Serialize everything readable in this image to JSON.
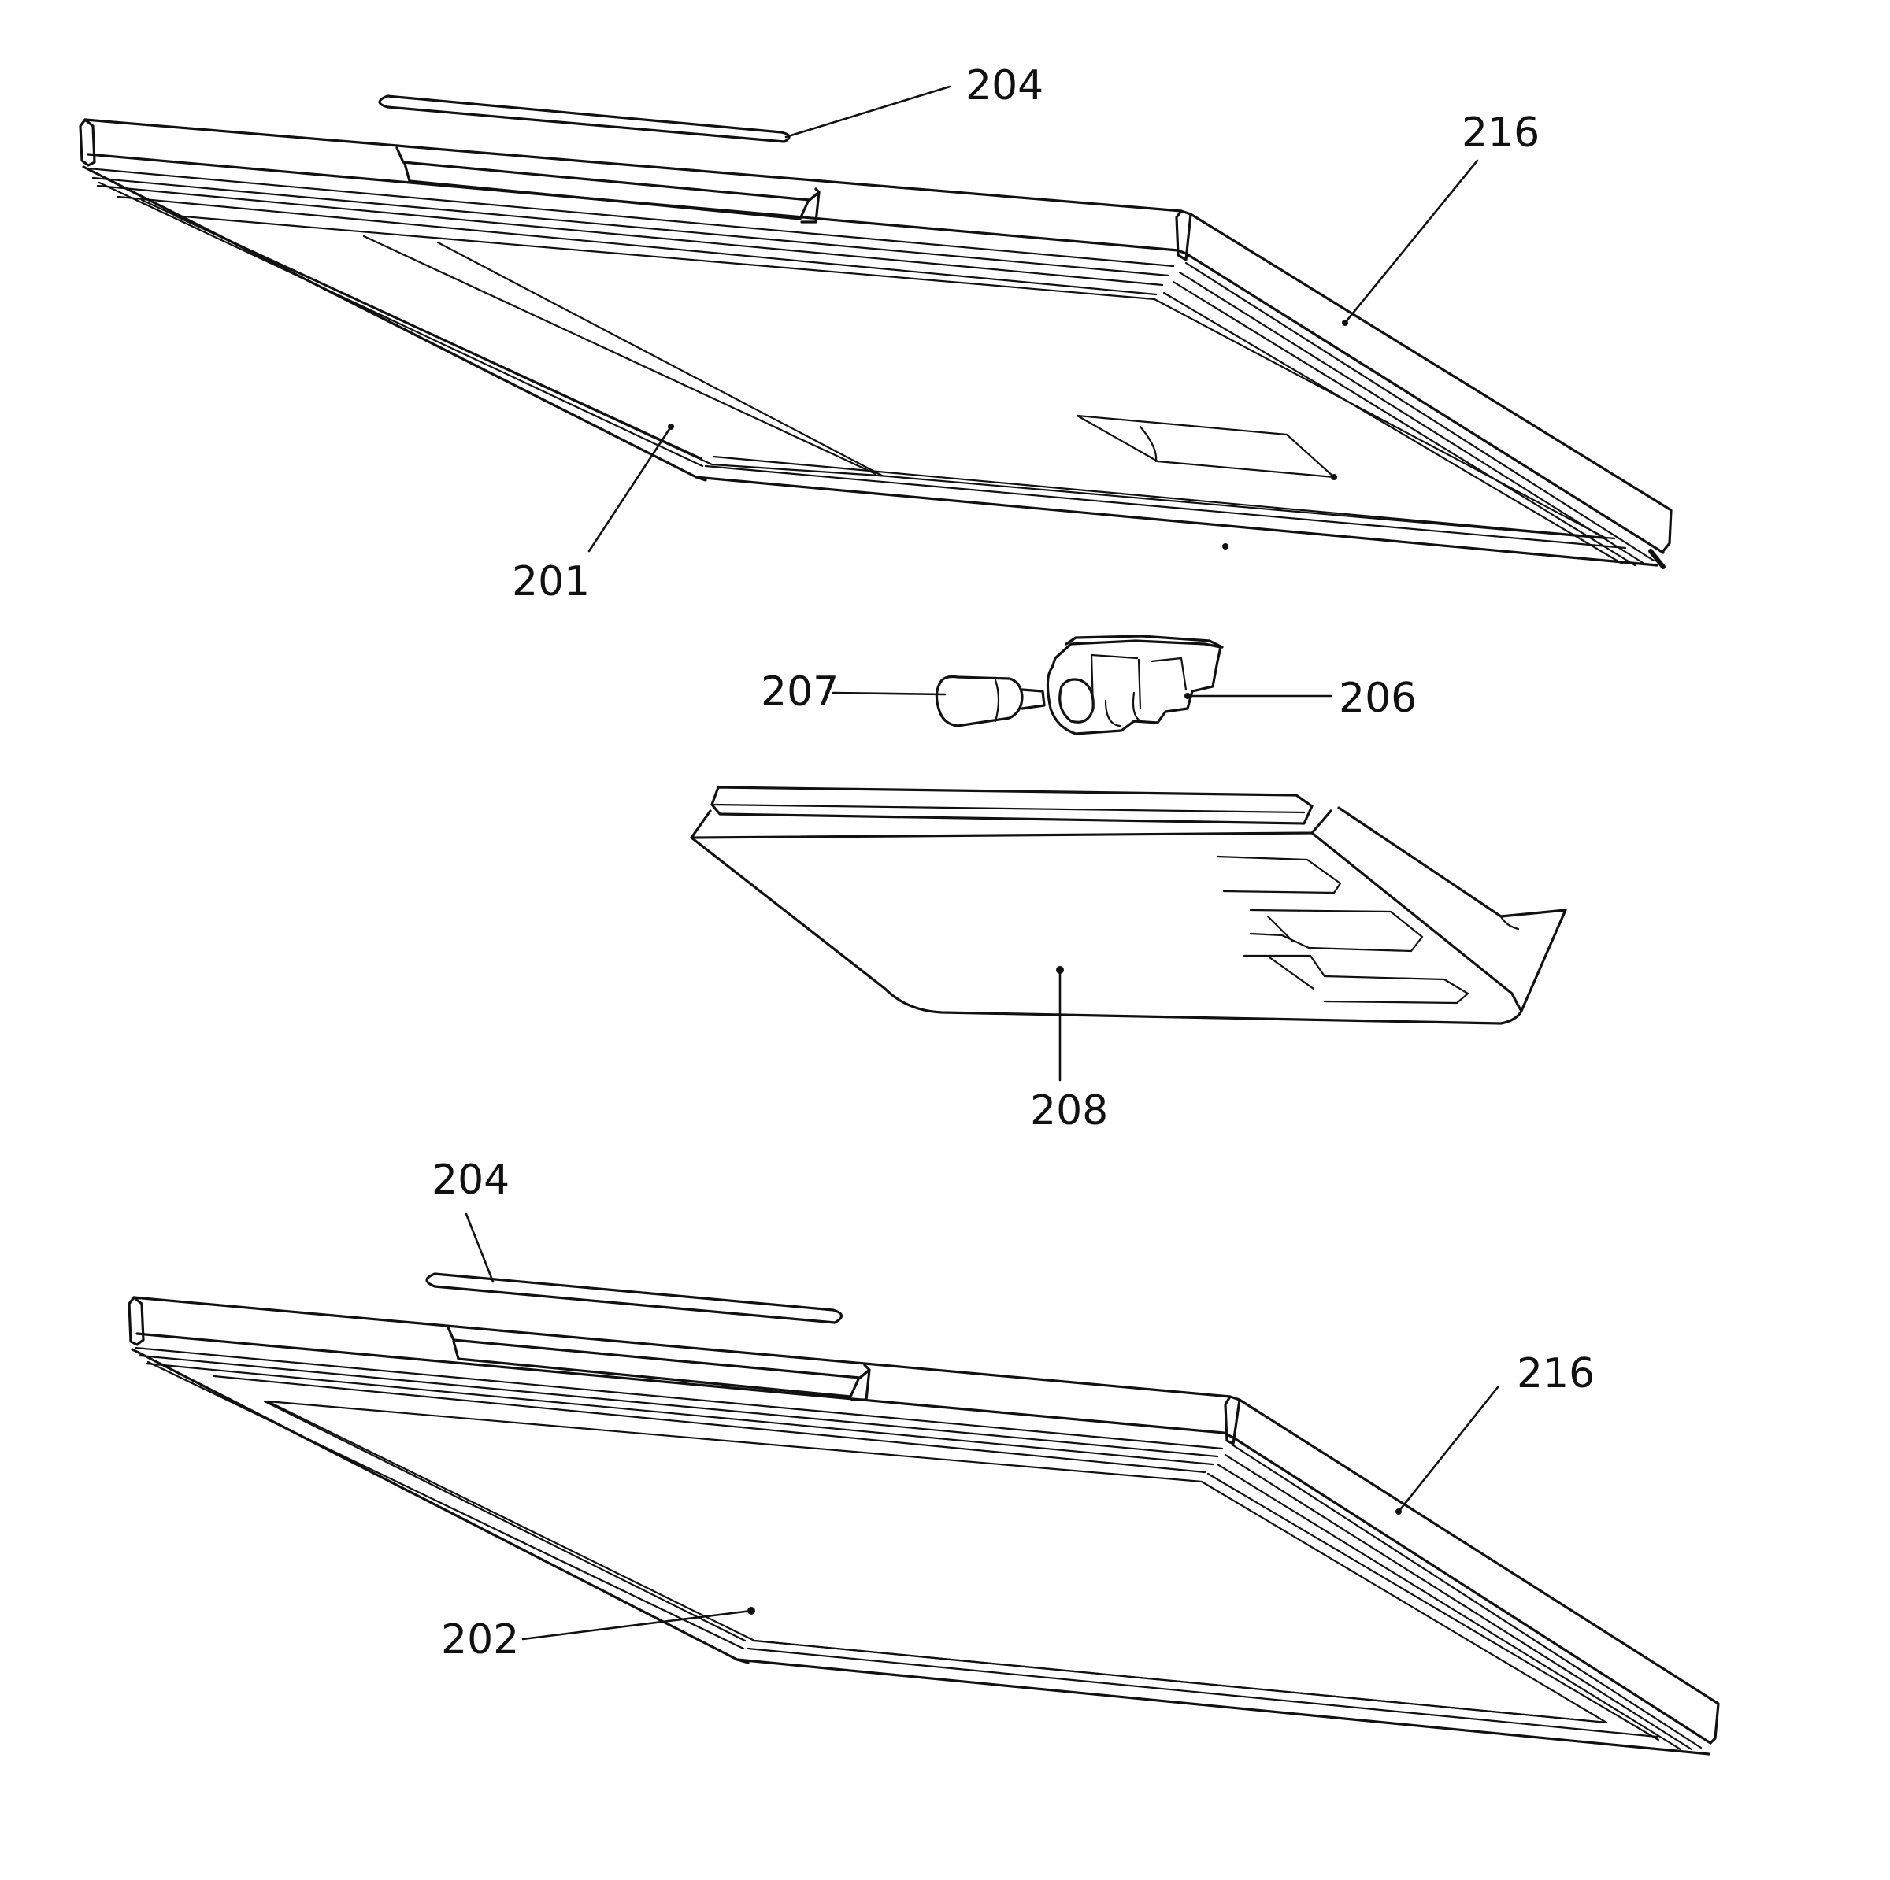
{
  "figure": {
    "labels": {
      "top_rail": "204",
      "top_frame_side": "216",
      "top_panel": "201",
      "knob": "207",
      "hinge": "206",
      "tray": "208",
      "bottom_rail": "204",
      "bottom_frame_side": "216",
      "bottom_panel": "202"
    }
  }
}
